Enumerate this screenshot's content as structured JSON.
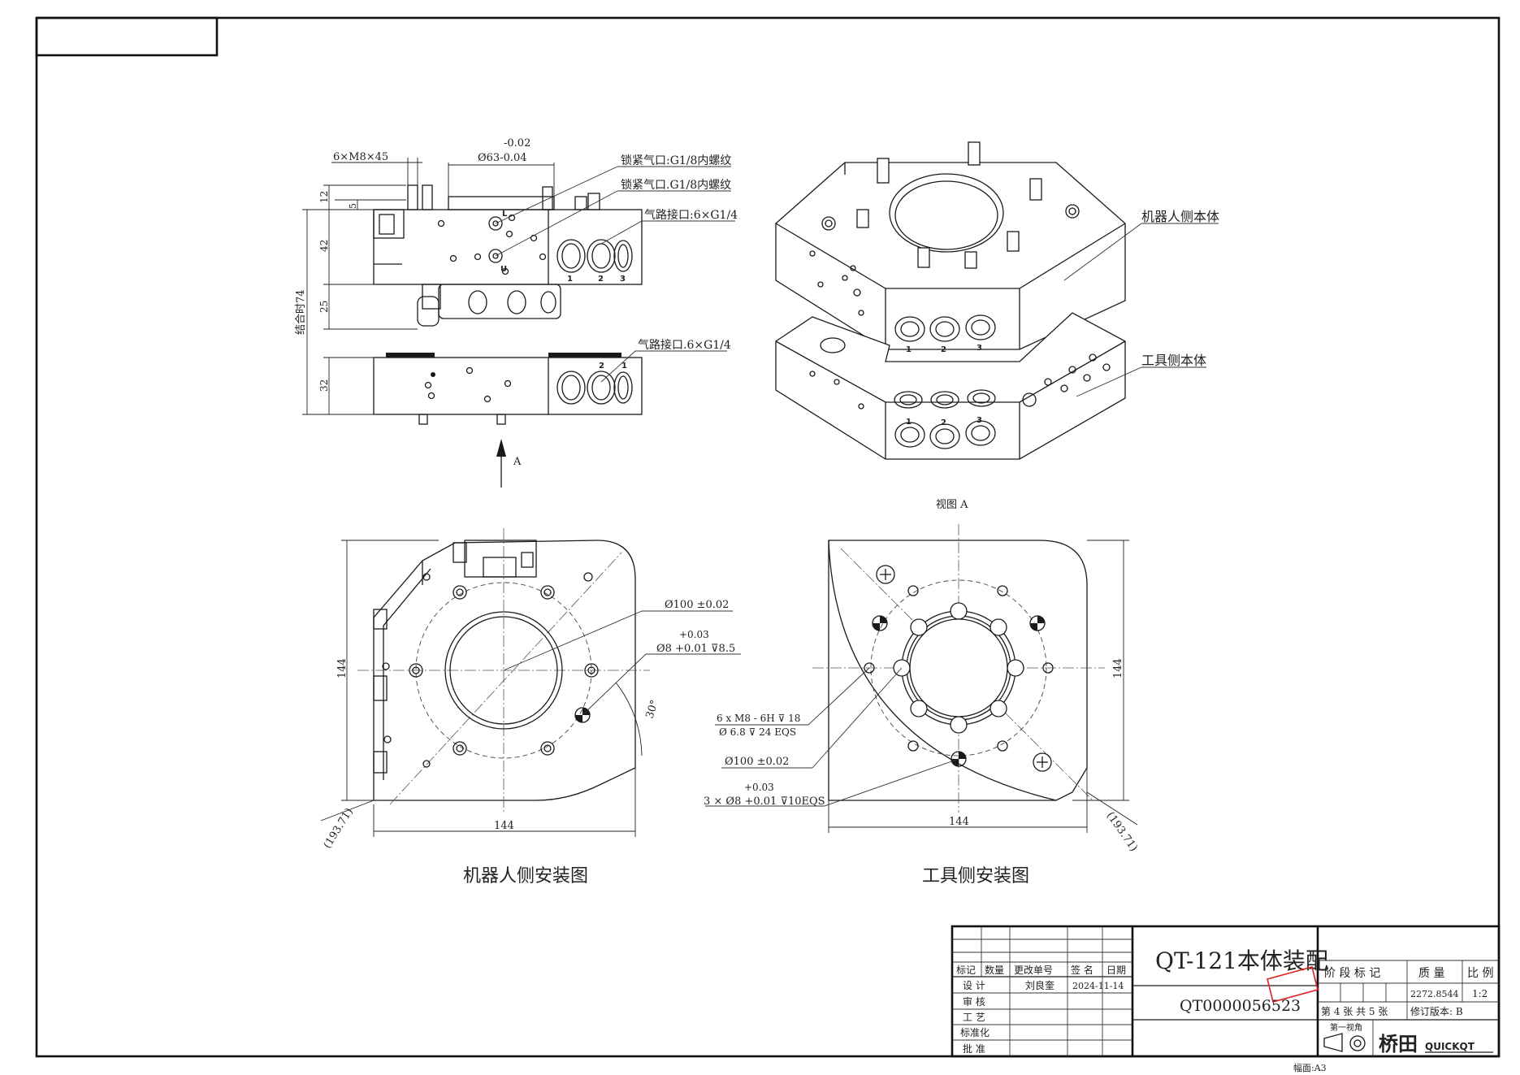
{
  "dimensions": {
    "side_6xm8": "6×M8×45",
    "tol_upper": "-0.02",
    "dia63": "Ø63-0.04",
    "d12": "12",
    "d5": "5",
    "d42": "42",
    "d25": "25",
    "d32": "32",
    "joint_height": "结合时74",
    "d144": "144",
    "d193": "(193.71)",
    "dia100": "Ø100 ±0.02",
    "plus003": "+0.03",
    "dia8_85": "Ø8 +0.01 ⊽8.5",
    "angle30": "30°",
    "m8_line1": "6 x  M8 - 6H ⊽ 18",
    "m8_line2": "Ø 6.8 ⊽ 24 EQS",
    "dia8_3x": "3 × Ø8 +0.01 ⊽10EQS",
    "arrow_a": "A"
  },
  "port_numbers": [
    "1",
    "2",
    "3"
  ],
  "port_letters": {
    "L": "L",
    "U": "U"
  },
  "callouts": {
    "lock_air1": "锁紧气口:G1/8内螺纹",
    "lock_air2": "锁紧气口.G1/8内螺纹",
    "air_port_top": "气路接口:6×G1/4",
    "air_port_bottom": "气路接口.6×G1/4",
    "robot_side_body": "机器人侧本体",
    "tool_side_body": "工具侧本体",
    "view_a": "视图 A"
  },
  "view_titles": {
    "robot_mount": "机器人侧安装图",
    "tool_mount": "工具侧安装图"
  },
  "title_block": {
    "drawing_title": "QT-121本体装配",
    "drawing_number": "QT0000056523",
    "headers": [
      "标记",
      "数量",
      "更改单号",
      "签 名",
      "日期"
    ],
    "roles": [
      "设 计",
      "审 核",
      "工 艺",
      "标准化",
      "批 准"
    ],
    "designer": "刘良奎",
    "design_date": "2024-11-14",
    "stage_label": "阶 段 标 记",
    "mass_label": "质 量",
    "scale_label": "比 例",
    "mass_value": "2272.8544",
    "scale_value": "1:2",
    "sheet_info": "第 4 张 共 5 张",
    "revision": "修订版本: B",
    "projection": "第一视角",
    "brand_cn": "桥田",
    "brand_en": "QUICKQT",
    "paper_size": "幅面:A3"
  }
}
